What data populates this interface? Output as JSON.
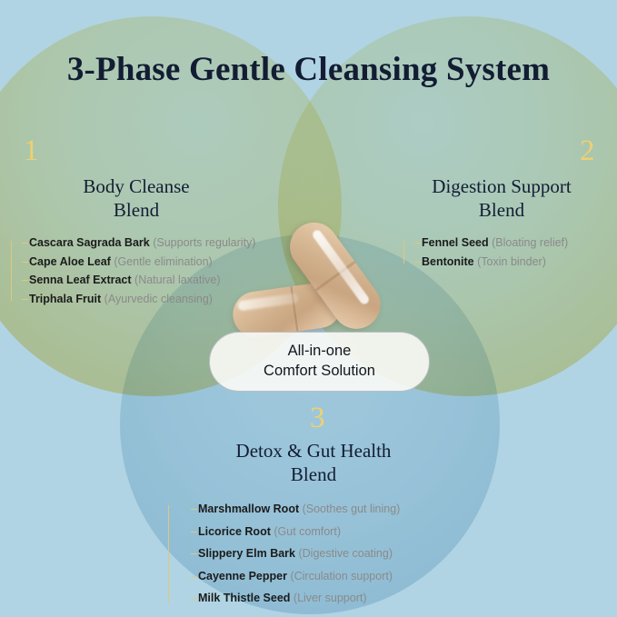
{
  "background_color": "#b0d4e3",
  "accent_gold": "#edd172",
  "title": "3-Phase Gentle\nCleansing System",
  "center_badge": {
    "text": "All-in-one\nComfort Solution"
  },
  "blends": [
    {
      "number": "1",
      "heading": "Body Cleanse\nBlend",
      "ingredients": [
        {
          "name": "Cascara Sagrada Bark",
          "desc": "(Supports regularity)"
        },
        {
          "name": "Cape Aloe Leaf",
          "desc": "(Gentle elimination)"
        },
        {
          "name": "Senna Leaf Extract",
          "desc": "(Natural laxative)"
        },
        {
          "name": "Triphala Fruit",
          "desc": "(Ayurvedic cleansing)"
        }
      ]
    },
    {
      "number": "2",
      "heading": "Digestion Support\nBlend",
      "ingredients": [
        {
          "name": "Fennel Seed",
          "desc": "(Bloating relief)"
        },
        {
          "name": "Bentonite",
          "desc": "(Toxin binder)"
        }
      ]
    },
    {
      "number": "3",
      "heading": "Detox & Gut Health\nBlend",
      "ingredients": [
        {
          "name": "Marshmallow Root",
          "desc": "(Soothes gut lining)"
        },
        {
          "name": "Licorice Root",
          "desc": "(Gut comfort)"
        },
        {
          "name": "Slippery Elm Bark",
          "desc": "(Digestive coating)"
        },
        {
          "name": "Cayenne Pepper",
          "desc": "(Circulation support)"
        },
        {
          "name": "Milk Thistle Seed",
          "desc": "(Liver support)"
        }
      ]
    }
  ]
}
